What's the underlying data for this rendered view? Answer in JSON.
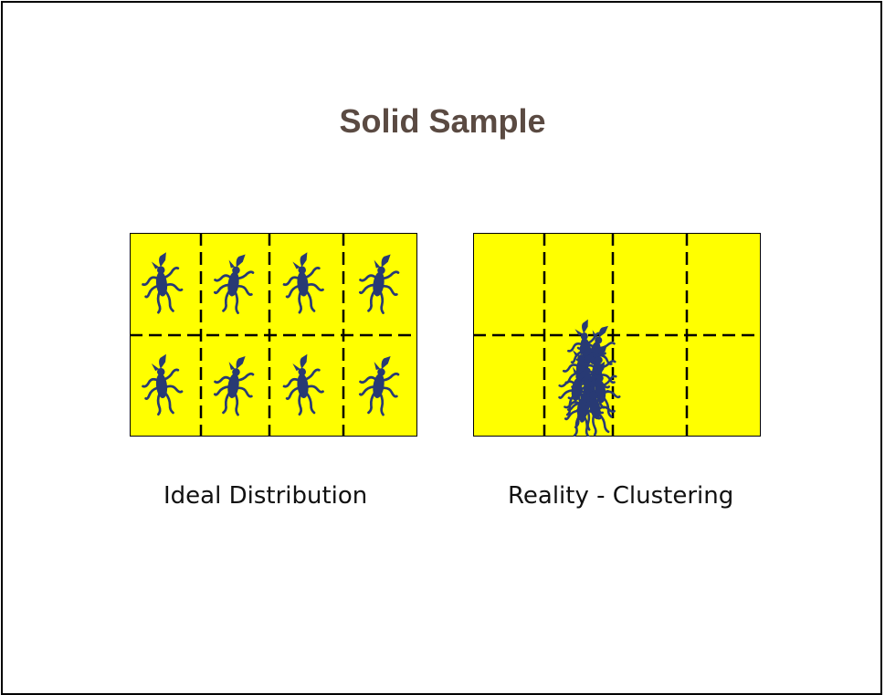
{
  "slide": {
    "title": "Solid Sample",
    "panels": [
      {
        "caption": "Ideal Distribution",
        "bug_cells": [
          0,
          1,
          2,
          3,
          4,
          5,
          6,
          7
        ]
      },
      {
        "caption": "Reality - Clustering",
        "bug_cluster": {
          "count": 10,
          "cell": 5
        }
      }
    ],
    "grid": {
      "cols": 4,
      "rows": 2
    },
    "colors": {
      "panel_fill": "#ffff00",
      "bug": "#283a74",
      "grid_line": "#000000",
      "title": "#5a4a42"
    }
  }
}
